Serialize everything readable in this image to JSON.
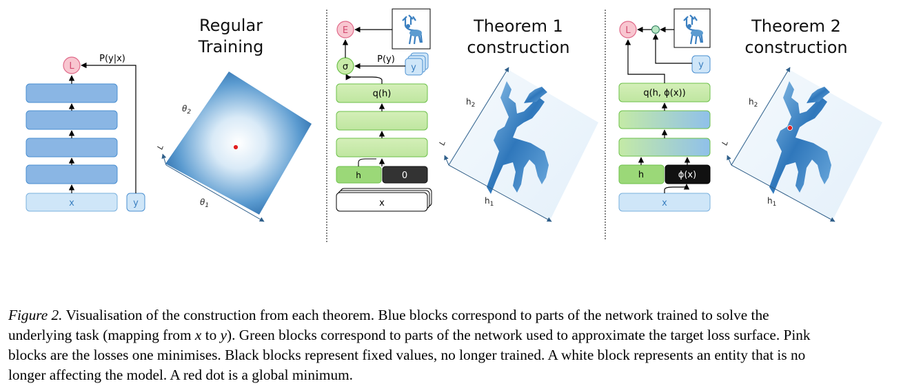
{
  "panels": {
    "regular": {
      "title_line1": "Regular",
      "title_line2": "Training",
      "loss_node": "L",
      "arrow_label": "P(y|x)",
      "input_block": "x",
      "target_block": "y",
      "axis_theta1": "θ",
      "axis_theta1_sub": "1",
      "axis_theta2": "θ",
      "axis_theta2_sub": "2",
      "axis_loss": "L"
    },
    "theorem1": {
      "title_line1": "Theorem 1",
      "title_line2": "construction",
      "energy_node": "E",
      "sigma_node": "σ",
      "arrow_label": "P(y)",
      "target_block": "y",
      "q_block": "q(h)",
      "h_block": "h",
      "zero_block": "0",
      "input_block": "x",
      "axis_h1": "h",
      "axis_h1_sub": "1",
      "axis_h2": "h",
      "axis_h2_sub": "2",
      "axis_loss": "L"
    },
    "theorem2": {
      "title_line1": "Theorem 2",
      "title_line2": "construction",
      "loss_node": "L",
      "target_block": "y",
      "q_block": "q(h, ϕ(x))",
      "h_block": "h",
      "phi_block": "ϕ(x)",
      "input_block": "x",
      "axis_h1": "h",
      "axis_h1_sub": "1",
      "axis_h2": "h",
      "axis_h2_sub": "2",
      "axis_loss": "L"
    }
  },
  "colors": {
    "blue_block": "#8ab6e4",
    "blue_light": "#cfe6f8",
    "blue_border": "#4a8fd0",
    "green_block": "#c9eba9",
    "green_dark": "#9bd878",
    "green_border": "#6cc04a",
    "pink_node": "#f8c6d0",
    "pink_border": "#e06a8a",
    "red_dot": "#e02020"
  },
  "caption": {
    "label": "Figure 2.",
    "line1": "Visualisation of the construction from each theorem.  Blue blocks correspond to parts of the network trained to solve the",
    "line2a": "underlying task (mapping from",
    "line2_x": "x",
    "line2b": "to",
    "line2_y": "y",
    "line2c": "). Green blocks correspond to parts of the network used to approximate the target loss surface. Pink",
    "line3": "blocks are the losses one minimises. Black blocks represent fixed values, no longer trained. A white block represents an entity that is no",
    "line4": "longer affecting the model. A red dot is a global minimum."
  }
}
